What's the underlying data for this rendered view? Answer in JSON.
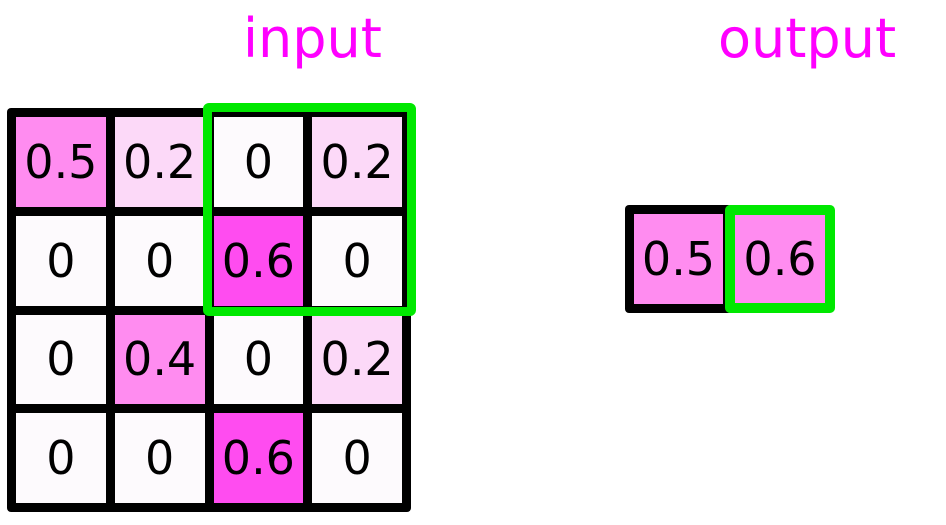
{
  "labels": {
    "input_title": "input",
    "output_title": "output",
    "title_color": "#ff00ff"
  },
  "palette": {
    "zero": "#fdfafd",
    "low": "#fcd9f8",
    "mid": "#ff8cf0",
    "high": "#ff4cf0",
    "grid_line": "#000000",
    "highlight": "#00e800",
    "text": "#000000"
  },
  "chart_data": {
    "type": "heatmap",
    "title": "input",
    "grid": {
      "rows": 4,
      "cols": 4,
      "values": [
        [
          0.5,
          0.2,
          0,
          0.2
        ],
        [
          0,
          0,
          0.6,
          0
        ],
        [
          0,
          0.4,
          0,
          0.2
        ],
        [
          0,
          0,
          0.6,
          0
        ]
      ]
    },
    "selection": {
      "row_start": 0,
      "row_end": 1,
      "col_start": 2,
      "col_end": 3,
      "color": "#00e800"
    },
    "output": {
      "title": "output",
      "values": [
        0.5,
        0.6
      ],
      "border_colors": [
        "#000000",
        "#00e800"
      ]
    }
  },
  "input_matrix": {
    "cells": [
      {
        "text": "0.5",
        "color": "#ff8cf0"
      },
      {
        "text": "0.2",
        "color": "#fcd9f8"
      },
      {
        "text": "0",
        "color": "#fdfafd"
      },
      {
        "text": "0.2",
        "color": "#fcd9f8"
      },
      {
        "text": "0",
        "color": "#fdfafd"
      },
      {
        "text": "0",
        "color": "#fdfafd"
      },
      {
        "text": "0.6",
        "color": "#ff4cf0"
      },
      {
        "text": "0",
        "color": "#fdfafd"
      },
      {
        "text": "0",
        "color": "#fdfafd"
      },
      {
        "text": "0.4",
        "color": "#ff8cf0"
      },
      {
        "text": "0",
        "color": "#fdfafd"
      },
      {
        "text": "0.2",
        "color": "#fcd9f8"
      },
      {
        "text": "0",
        "color": "#fdfafd"
      },
      {
        "text": "0",
        "color": "#fdfafd"
      },
      {
        "text": "0.6",
        "color": "#ff4cf0"
      },
      {
        "text": "0",
        "color": "#fdfafd"
      }
    ]
  },
  "output_matrix": {
    "cells": [
      {
        "text": "0.5",
        "color": "#ff8cf0"
      },
      {
        "text": "0.6",
        "color": "#ff8cf0"
      }
    ]
  }
}
